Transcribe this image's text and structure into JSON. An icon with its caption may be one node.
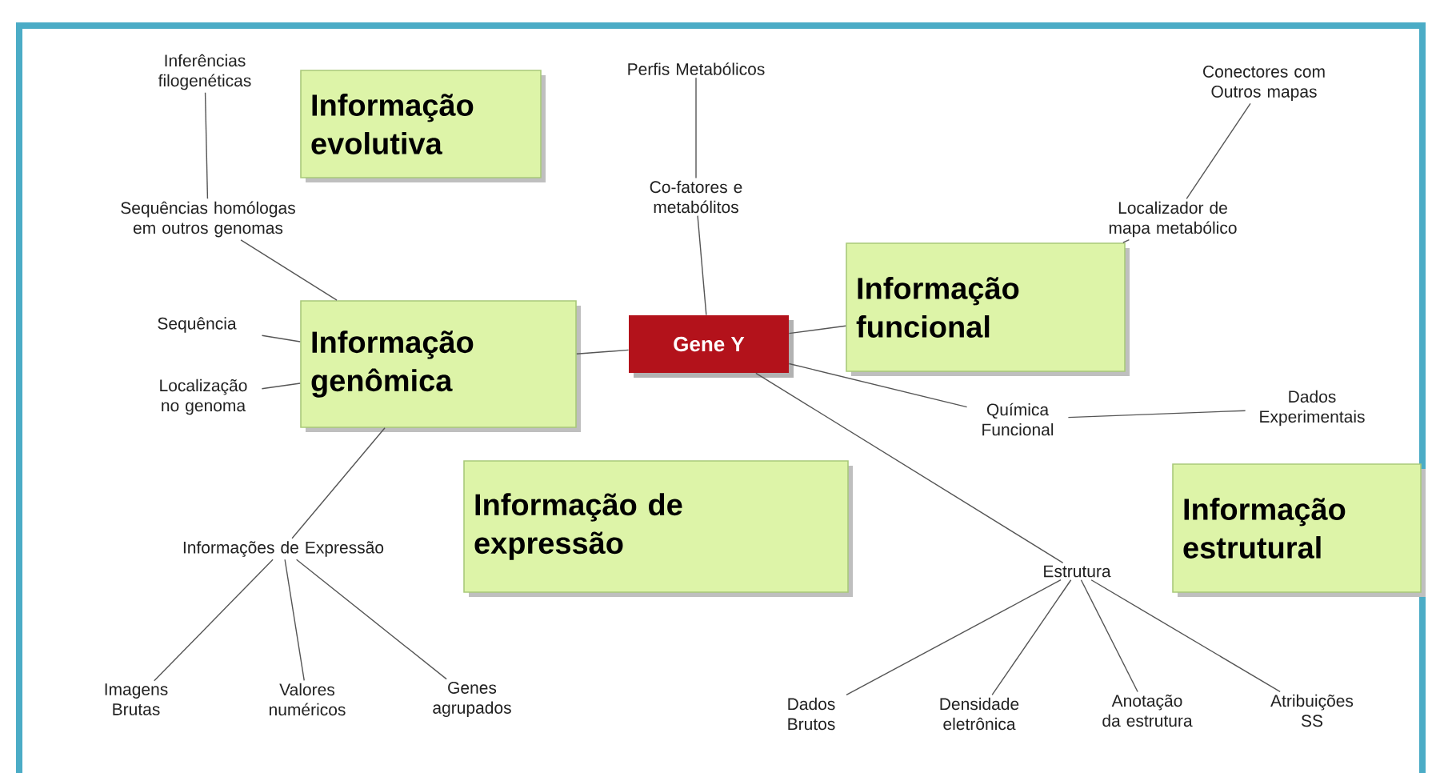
{
  "diagram": {
    "nodes": [
      {
        "text": [
          "Inferências filogenéticas"
        ]
      },
      {
        "text": [
          "Informação evolutiva"
        ]
      },
      {
        "text": [
          "Perfis Metabólicos"
        ]
      },
      {
        "text": [
          "Conectores com Outros mapas"
        ]
      },
      {
        "text": [
          "Co-fatores e metabólitos"
        ]
      },
      {
        "text": [
          "Sequências homólogas em outros genomas"
        ]
      },
      {
        "text": [
          "Localizador de mapa metabólico"
        ]
      },
      {
        "text": [
          "Informação funcional"
        ]
      },
      {
        "text": [
          "Gene Y"
        ]
      },
      {
        "text": [
          "Sequência"
        ]
      },
      {
        "text": [
          "Informação genômica"
        ]
      },
      {
        "text": [
          "Localização no genoma"
        ]
      },
      {
        "text": [
          "Química Funcional"
        ]
      },
      {
        "text": [
          "Dados Experimentais"
        ]
      },
      {
        "text": [
          "Informação de expressão"
        ]
      },
      {
        "text": [
          "Informações de Expressão"
        ]
      },
      {
        "text": [
          "Estrutura"
        ]
      },
      {
        "text": [
          "Informação estrutural"
        ]
      },
      {
        "text": [
          "Imagens Brutas"
        ]
      },
      {
        "text": [
          "Valores numéricos"
        ]
      },
      {
        "text": [
          "Genes agrupados"
        ]
      },
      {
        "text": [
          "Dados Brutos"
        ]
      },
      {
        "text": [
          "Densidade eletrônica"
        ]
      },
      {
        "text": [
          "Anotação da estrutura"
        ]
      },
      {
        "text": [
          "Atribuições SS"
        ]
      }
    ],
    "edges": [
      {
        "from": 0,
        "to": 5,
        "arrow": "none"
      },
      {
        "from": 5,
        "to": 10,
        "arrow": "none"
      },
      {
        "from": 9,
        "to": 10,
        "arrow": "none"
      },
      {
        "from": 11,
        "to": 10,
        "arrow": "none"
      },
      {
        "from": 10,
        "to": 8,
        "arrow": "none"
      },
      {
        "from": 2,
        "to": 4,
        "arrow": "none"
      },
      {
        "from": 4,
        "to": 8,
        "arrow": "none"
      },
      {
        "from": 8,
        "to": 7,
        "arrow": "none"
      },
      {
        "from": 7,
        "to": 6,
        "arrow": "none"
      },
      {
        "from": 6,
        "to": 3,
        "arrow": "none"
      },
      {
        "from": 8,
        "to": 12,
        "arrow": "none"
      },
      {
        "from": 12,
        "to": 13,
        "arrow": "none"
      },
      {
        "from": 8,
        "to": 16,
        "arrow": "none"
      },
      {
        "from": 15,
        "to": 10,
        "arrow": "none"
      },
      {
        "from": 15,
        "to": 18,
        "arrow": "none"
      },
      {
        "from": 15,
        "to": 19,
        "arrow": "none"
      },
      {
        "from": 15,
        "to": 20,
        "arrow": "none"
      },
      {
        "from": 16,
        "to": 21,
        "arrow": "none"
      },
      {
        "from": 16,
        "to": 22,
        "arrow": "none"
      },
      {
        "from": 16,
        "to": 23,
        "arrow": "none"
      },
      {
        "from": 16,
        "to": 24,
        "arrow": "none"
      }
    ]
  }
}
